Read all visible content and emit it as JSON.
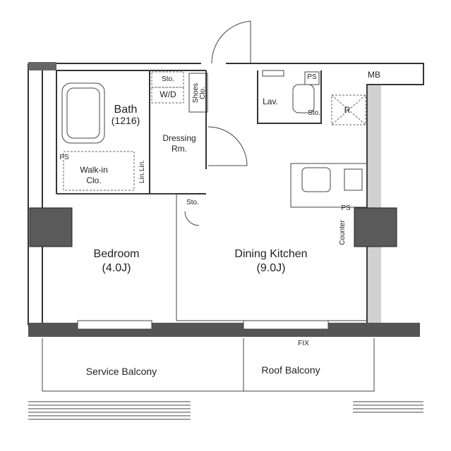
{
  "rooms": {
    "bath": {
      "name": "Bath",
      "size": "(1216)"
    },
    "walkin": {
      "line1": "Walk-in",
      "line2": "Clo."
    },
    "dressing": {
      "line1": "Dressing",
      "line2": "Rm."
    },
    "shoes": {
      "line1": "Shoes",
      "line2": "Clo."
    },
    "lav": {
      "name": "Lav."
    },
    "bedroom": {
      "name": "Bedroom",
      "size": "(4.0J)"
    },
    "dining": {
      "name": "Dining Kitchen",
      "size": "(9.0J)"
    },
    "mb": {
      "name": "MB"
    },
    "service_balcony": {
      "name": "Service Balcony"
    },
    "roof_balcony": {
      "name": "Roof Balcony"
    }
  },
  "fixtures": {
    "sto": "Sto.",
    "wd": "W/D",
    "ps": "PS",
    "lin": "Lin.",
    "r": "R",
    "counter": "Counter",
    "fix": "FIX"
  }
}
